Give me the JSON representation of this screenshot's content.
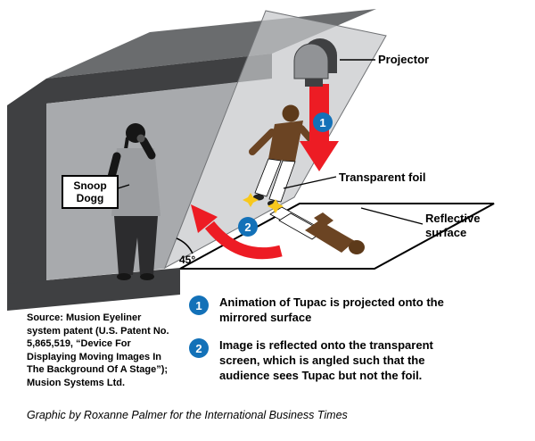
{
  "title": "Tupac hologram stage diagram",
  "colors": {
    "red": "#ed1c24",
    "blue": "#1371b8",
    "brown": "#6b4423",
    "brown_dark": "#5d3a1a",
    "dark_gray": "#3f4042",
    "mid_gray": "#6a6c6e",
    "light_gray": "#a8aaad",
    "yellow": "#f8c81c"
  },
  "labels": {
    "projector": "Projector",
    "transparent_foil": "Transparent foil",
    "reflective_surface": "Reflective surface",
    "snoop_dogg": "Snoop Dogg",
    "angle": "45°"
  },
  "annotations": [
    {
      "number": "1",
      "lines": [
        "Animation of Tupac is projected onto the",
        "mirrored surface"
      ]
    },
    {
      "number": "2",
      "lines": [
        "Image is reflected onto the transparent",
        "screen, which is angled such that the",
        "audience sees Tupac but not the foil."
      ]
    }
  ],
  "source": {
    "lines": [
      "Source: Musion Eyeliner",
      "system patent (U.S. Patent No.",
      "5,865,519, “Device For",
      "Displaying Moving Images In",
      "The Background Of A Stage”);",
      "Musion Systems Ltd."
    ]
  },
  "credit": "Graphic by Roxanne Palmer for the International Business Times"
}
